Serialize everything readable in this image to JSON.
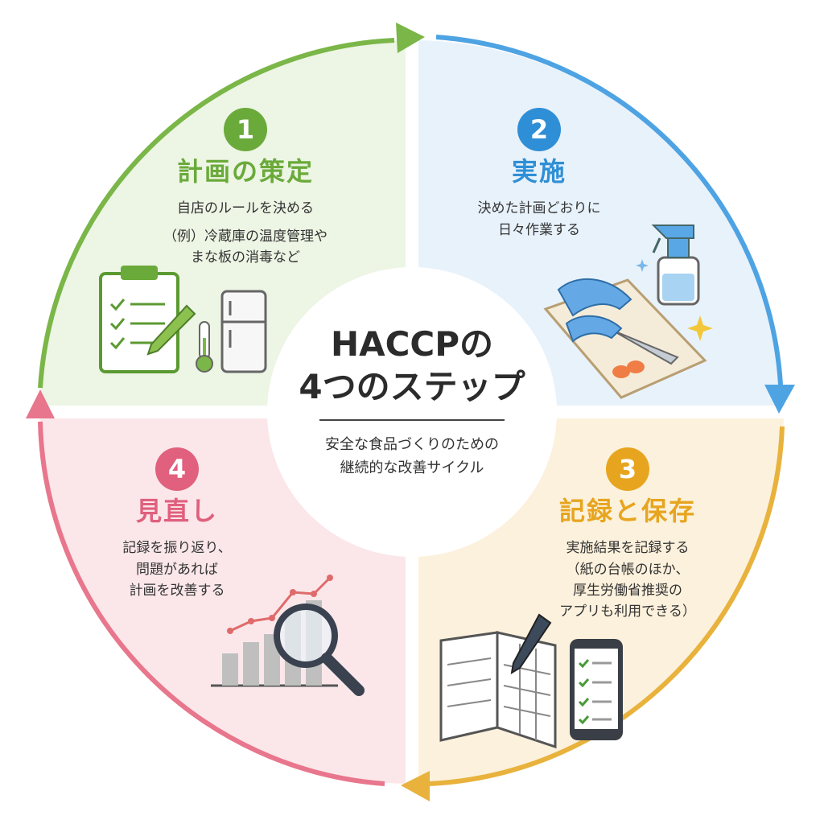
{
  "center": {
    "title_line1": "HACCPの",
    "title_line2": "4つのステップ",
    "subtitle_line1": "安全な食品づくりのための",
    "subtitle_line2": "継続的な改善サイクル"
  },
  "steps": [
    {
      "number": "1",
      "title": "計画の策定",
      "color": "#6aaa3a",
      "lines": [
        "自店のルールを決める",
        "（例）冷蔵庫の温度管理や",
        "まな板の消毒など"
      ]
    },
    {
      "number": "2",
      "title": "実施",
      "color": "#2f8fd6",
      "lines": [
        "決めた計画どおりに",
        "日々作業する"
      ]
    },
    {
      "number": "3",
      "title": "記録と保存",
      "color": "#e7a51f",
      "lines": [
        "実施結果を記録する",
        "（紙の台帳のほか、",
        "厚生労働省推奨の",
        "アプリも利用できる）"
      ]
    },
    {
      "number": "4",
      "title": "見直し",
      "color": "#e0607e",
      "lines": [
        "記録を振り返り、",
        "問題があれば",
        "計画を改善する"
      ]
    }
  ],
  "icons": [
    "clipboard-checklist-icon",
    "thermometer-icon",
    "refrigerator-icon",
    "spray-bottle-icon",
    "cutting-board-knife-icon",
    "ledger-book-icon",
    "pen-icon",
    "smartphone-checklist-icon",
    "bar-chart-icon",
    "magnifier-icon"
  ]
}
